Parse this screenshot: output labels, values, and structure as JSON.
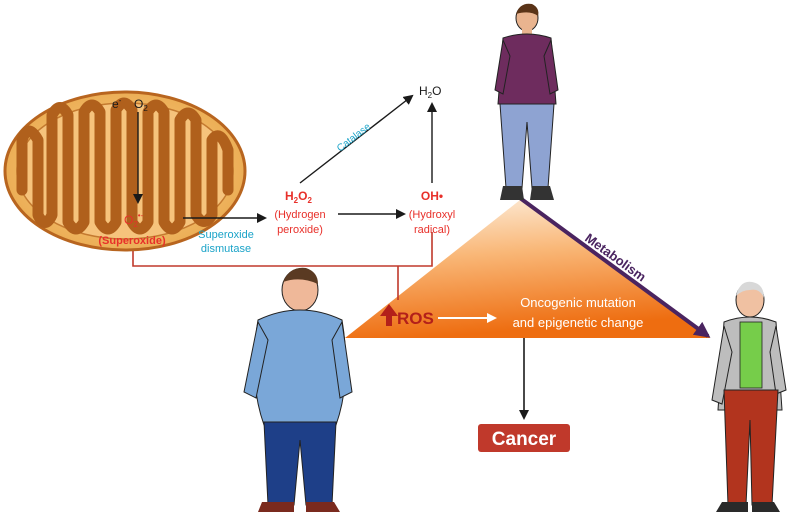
{
  "mitochondrion": {
    "electron": "e",
    "electron_sup": "-",
    "oxygen": "O",
    "oxygen_sub": "2",
    "superoxide_symbol": "O",
    "superoxide_sub": "2",
    "superoxide_sup": "•-",
    "superoxide_label": "(Superoxide)"
  },
  "enzymes": {
    "sod_line1": "Superoxide",
    "sod_line2": "dismutase",
    "catalase": "Catalase"
  },
  "species": {
    "h2o2_main": "H",
    "h2o2_sub1": "2",
    "h2o2_o": "O",
    "h2o2_sub2": "2",
    "h2o2_line1": "(Hydrogen",
    "h2o2_line2": "peroxide)",
    "water_h": "H",
    "water_sub": "2",
    "water_o": "O",
    "oh_symbol": "OH•",
    "oh_line1": "(Hydroxyl",
    "oh_line2": "radical)"
  },
  "triangle": {
    "ros": "ROS",
    "mutation_line1": "Oncogenic mutation",
    "mutation_line2": "and epigenetic change",
    "metabolism": "Metabolism"
  },
  "outcome": {
    "cancer": "Cancer"
  },
  "colors": {
    "red": "#e8302a",
    "cyan": "#1aa3c8",
    "metabolism": "#5a2a6a",
    "cancer_bg": "#c0392b",
    "mito_outer": "#f4c57a",
    "mito_inner": "#b8651f",
    "triangle_light": "#fde7cf",
    "triangle_dark": "#f07a1a"
  }
}
